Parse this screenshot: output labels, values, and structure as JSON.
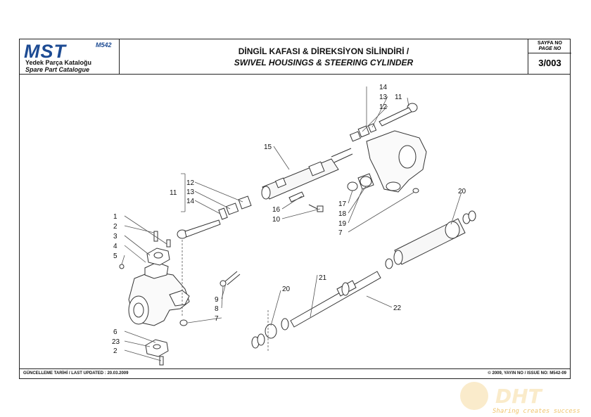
{
  "logo": {
    "brand": "MST",
    "model": "M542",
    "line1": "Yedek Parça Kataloğu",
    "line2": "Spare Part Catalogue",
    "color": "#1d4b93"
  },
  "title": {
    "tr": "DİNGİL KAFASI & DİREKSİYON SİLİNDİRİ /",
    "en": "SWIVEL HOUSINGS & STEERING CYLINDER"
  },
  "page": {
    "label_tr": "SAYFA NO",
    "label_en": "PAGE NO",
    "number": "3/003"
  },
  "footer": {
    "updated": "GÜNCELLEME TARİHİ  / LAST UPDATED : 20.03.2009",
    "issue": "© 2009, YAYIN NO  / ISSUE NO: M542-09"
  },
  "callouts": {
    "c1": "1",
    "c2a": "2",
    "c3": "3",
    "c4": "4",
    "c5": "5",
    "c6": "6",
    "c23": "23",
    "c2b": "2",
    "c9": "9",
    "c8": "8",
    "c7a": "7",
    "c11a": "11",
    "c12a": "12",
    "c13a": "13",
    "c14a": "14",
    "c15": "15",
    "c16": "16",
    "c10": "10",
    "c14b": "14",
    "c13b": "13",
    "c11b": "11",
    "c12b": "12",
    "c17": "17",
    "c18": "18",
    "c19": "19",
    "c7b": "7",
    "c20a": "20",
    "c20b": "20",
    "c21": "21",
    "c22": "22"
  },
  "watermark": {
    "brand": "DHT",
    "tagline": "Sharing creates success",
    "color": "#f0c56e"
  }
}
